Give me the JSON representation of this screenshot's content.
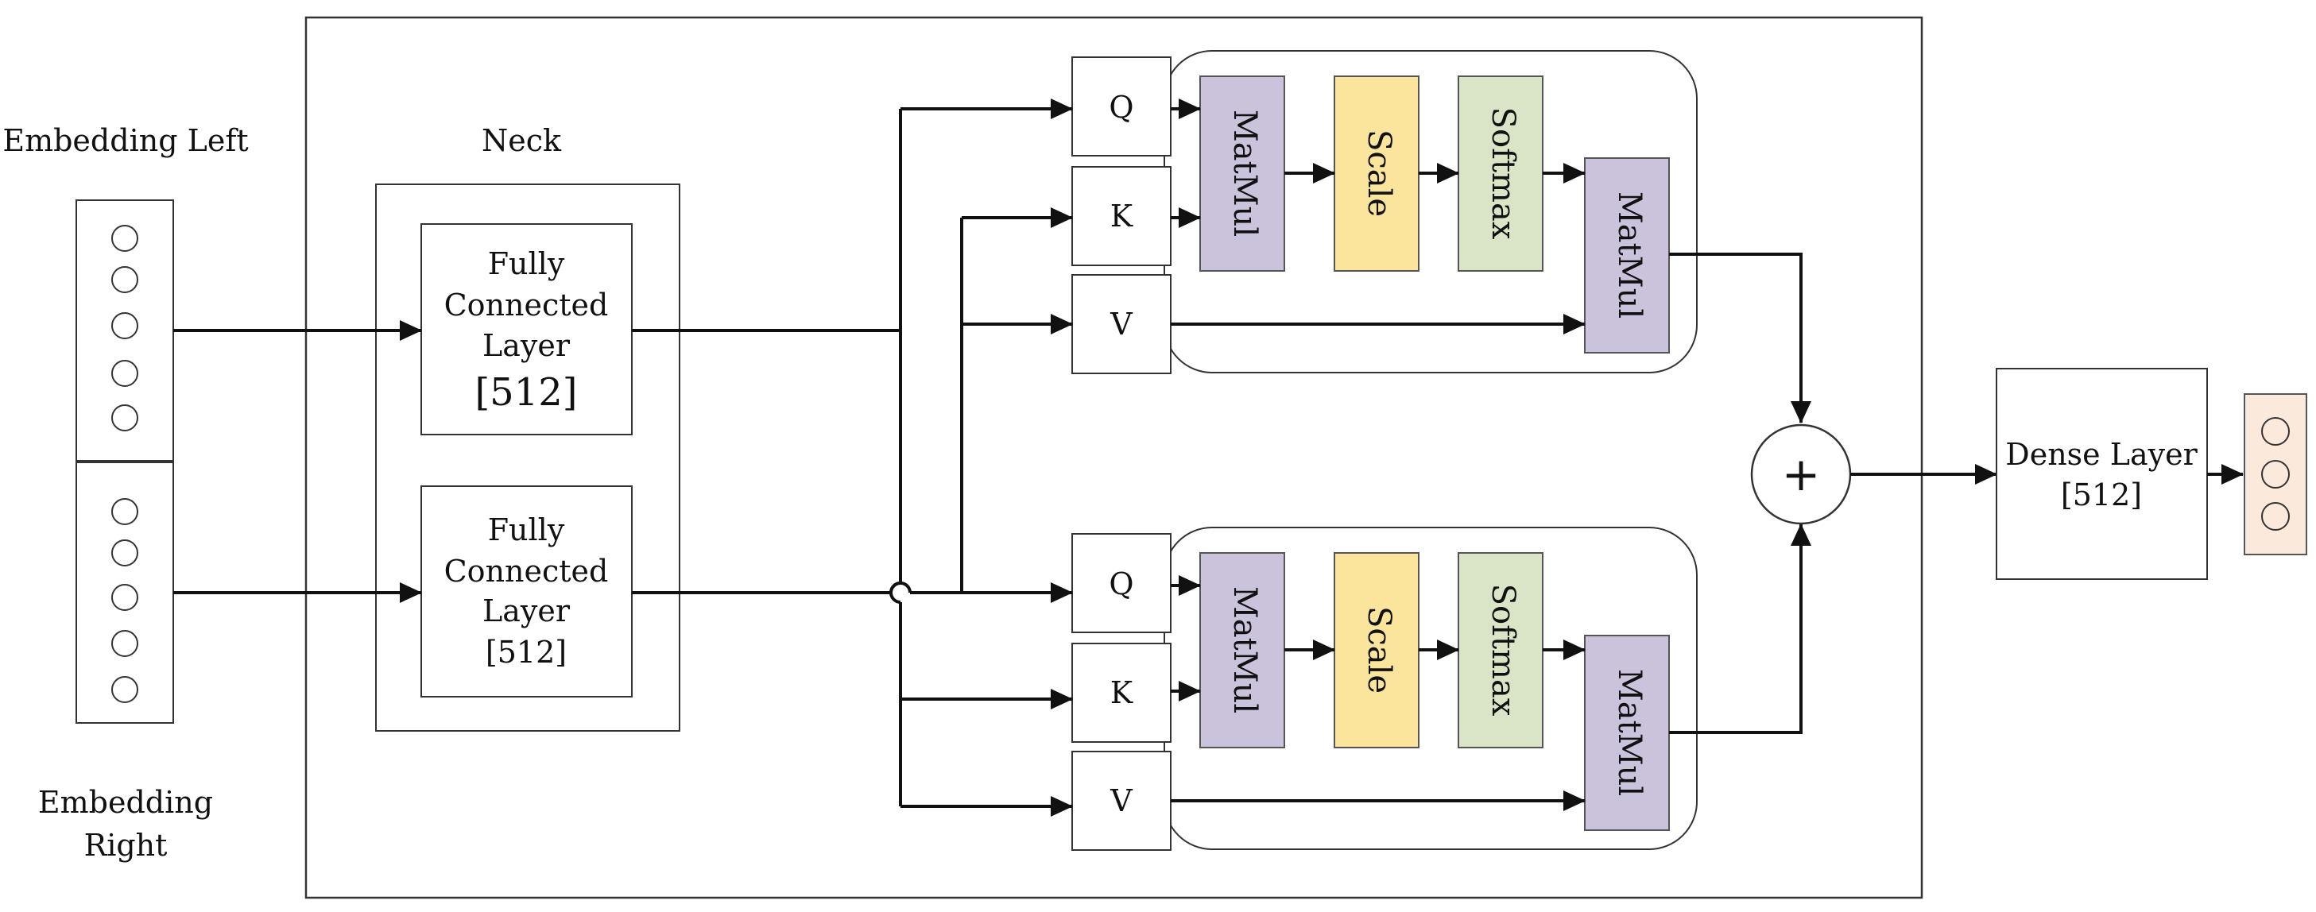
{
  "labels": {
    "embedding_left": "Embedding Left",
    "embedding_right_line1": "Embedding",
    "embedding_right_line2": "Right",
    "neck": "Neck",
    "fc_top": [
      "Fully",
      "Connected",
      "Layer",
      "[512]"
    ],
    "fc_bottom": [
      "Fully",
      "Connected",
      "Layer",
      "[512]"
    ],
    "q": "Q",
    "k": "K",
    "v": "V",
    "matmul": "MatMul",
    "scale": "Scale",
    "softmax": "Softmax",
    "plus": "+",
    "dense_line1": "Dense Layer",
    "dense_line2": "[512]"
  },
  "colors": {
    "matmul": "#cbc2dc",
    "scale": "#fbe49b",
    "softmax": "#d9e5c6",
    "output_vector": "#fbe9dc",
    "stroke": "#222222"
  },
  "icons": {
    "neuron": "circle-icon",
    "arrow": "arrow-right-icon"
  }
}
